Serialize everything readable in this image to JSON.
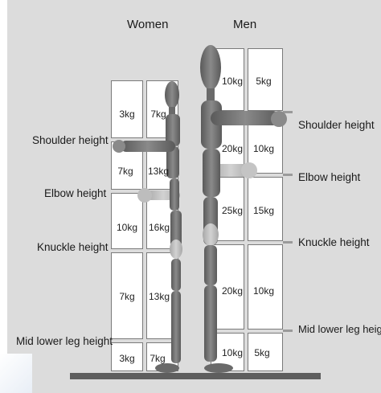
{
  "columns": {
    "women": "Women",
    "men": "Men"
  },
  "women_labels": {
    "shoulder": "Shoulder height",
    "elbow": "Elbow height",
    "knuckle": "Knuckle height",
    "mid_lower_leg": "Mid lower leg height"
  },
  "men_labels": {
    "shoulder": "Shoulder height",
    "elbow": "Elbow height",
    "knuckle": "Knuckle height",
    "mid_lower_leg": "Mid lower leg height"
  },
  "women_weights": {
    "above_shoulder": [
      "3kg",
      "7kg"
    ],
    "shoulder_to_elbow": [
      "7kg",
      "13kg"
    ],
    "elbow_to_knuckle": [
      "10kg",
      "16kg"
    ],
    "knuckle_to_leg": [
      "7kg",
      "13kg"
    ],
    "below_leg": [
      "3kg",
      "7kg"
    ]
  },
  "men_weights": {
    "above_shoulder": [
      "10kg",
      "5kg"
    ],
    "shoulder_to_elbow": [
      "20kg",
      "10kg"
    ],
    "elbow_to_knuckle": [
      "25kg",
      "15kg"
    ],
    "knuckle_to_leg": [
      "20kg",
      "10kg"
    ],
    "below_leg": [
      "10kg",
      "5kg"
    ]
  },
  "colors": {
    "background": "#dcdcdc",
    "box": "#ffffff",
    "figure_dark": "#6f6f6f",
    "figure_light": "#bdbdbd"
  }
}
